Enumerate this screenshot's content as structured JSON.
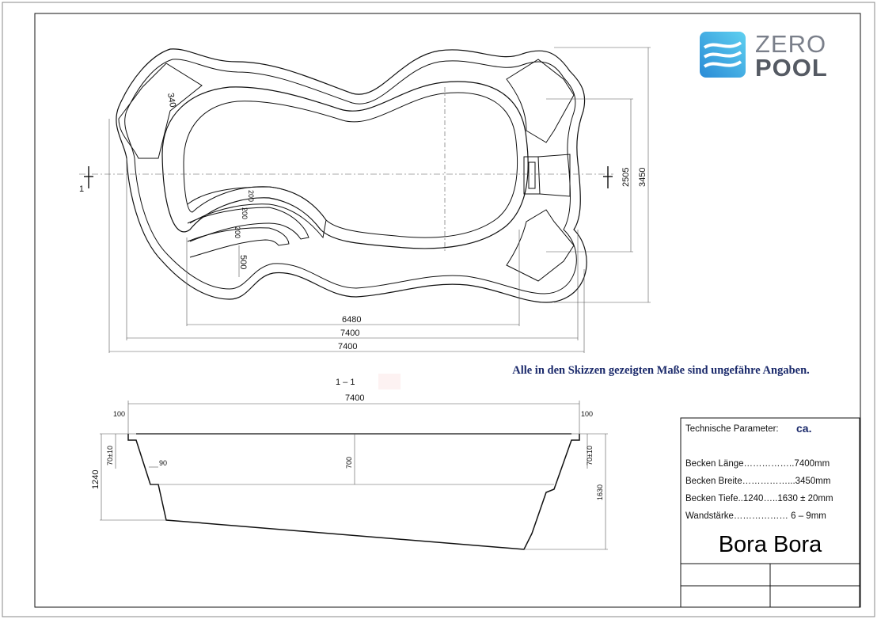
{
  "logo": {
    "word1": "ZERO",
    "word2": "POOL",
    "colors": {
      "gradient_start": "#2a8bd6",
      "gradient_end": "#5fd0f0",
      "text": "#5a5f68"
    }
  },
  "plan_view": {
    "section_marker_left": "1",
    "dims": {
      "step_width": "340",
      "stair_step_1": "200",
      "stair_step_2": "200",
      "stair_step_3": "200",
      "stair_depth": "500",
      "inner_length": "6480",
      "length_1": "7400",
      "length_2": "7400",
      "inner_width": "2505",
      "overall_width": "3450"
    }
  },
  "section_view": {
    "title": "1 – 1",
    "overall_length": "7400",
    "rim_left": "100",
    "rim_right": "100",
    "rim_height_left": "70±10",
    "rim_height_right": "70±10",
    "ledge_width": "90",
    "ledge_depth": "700",
    "shallow_depth": "1240",
    "deep_depth": "1630"
  },
  "note": "Alle in den Skizzen gezeigten Maße sind ungefähre Angaben.",
  "params": {
    "header": "Technische Parameter:",
    "ca": "ca.",
    "rows": [
      "Becken Länge……………..7400mm",
      "Becken Breite……………...3450mm",
      "Becken Tiefe..1240…..1630 ± 20mm",
      "Wandstärke……………… 6 – 9mm"
    ]
  },
  "pool_name": "Bora Bora"
}
